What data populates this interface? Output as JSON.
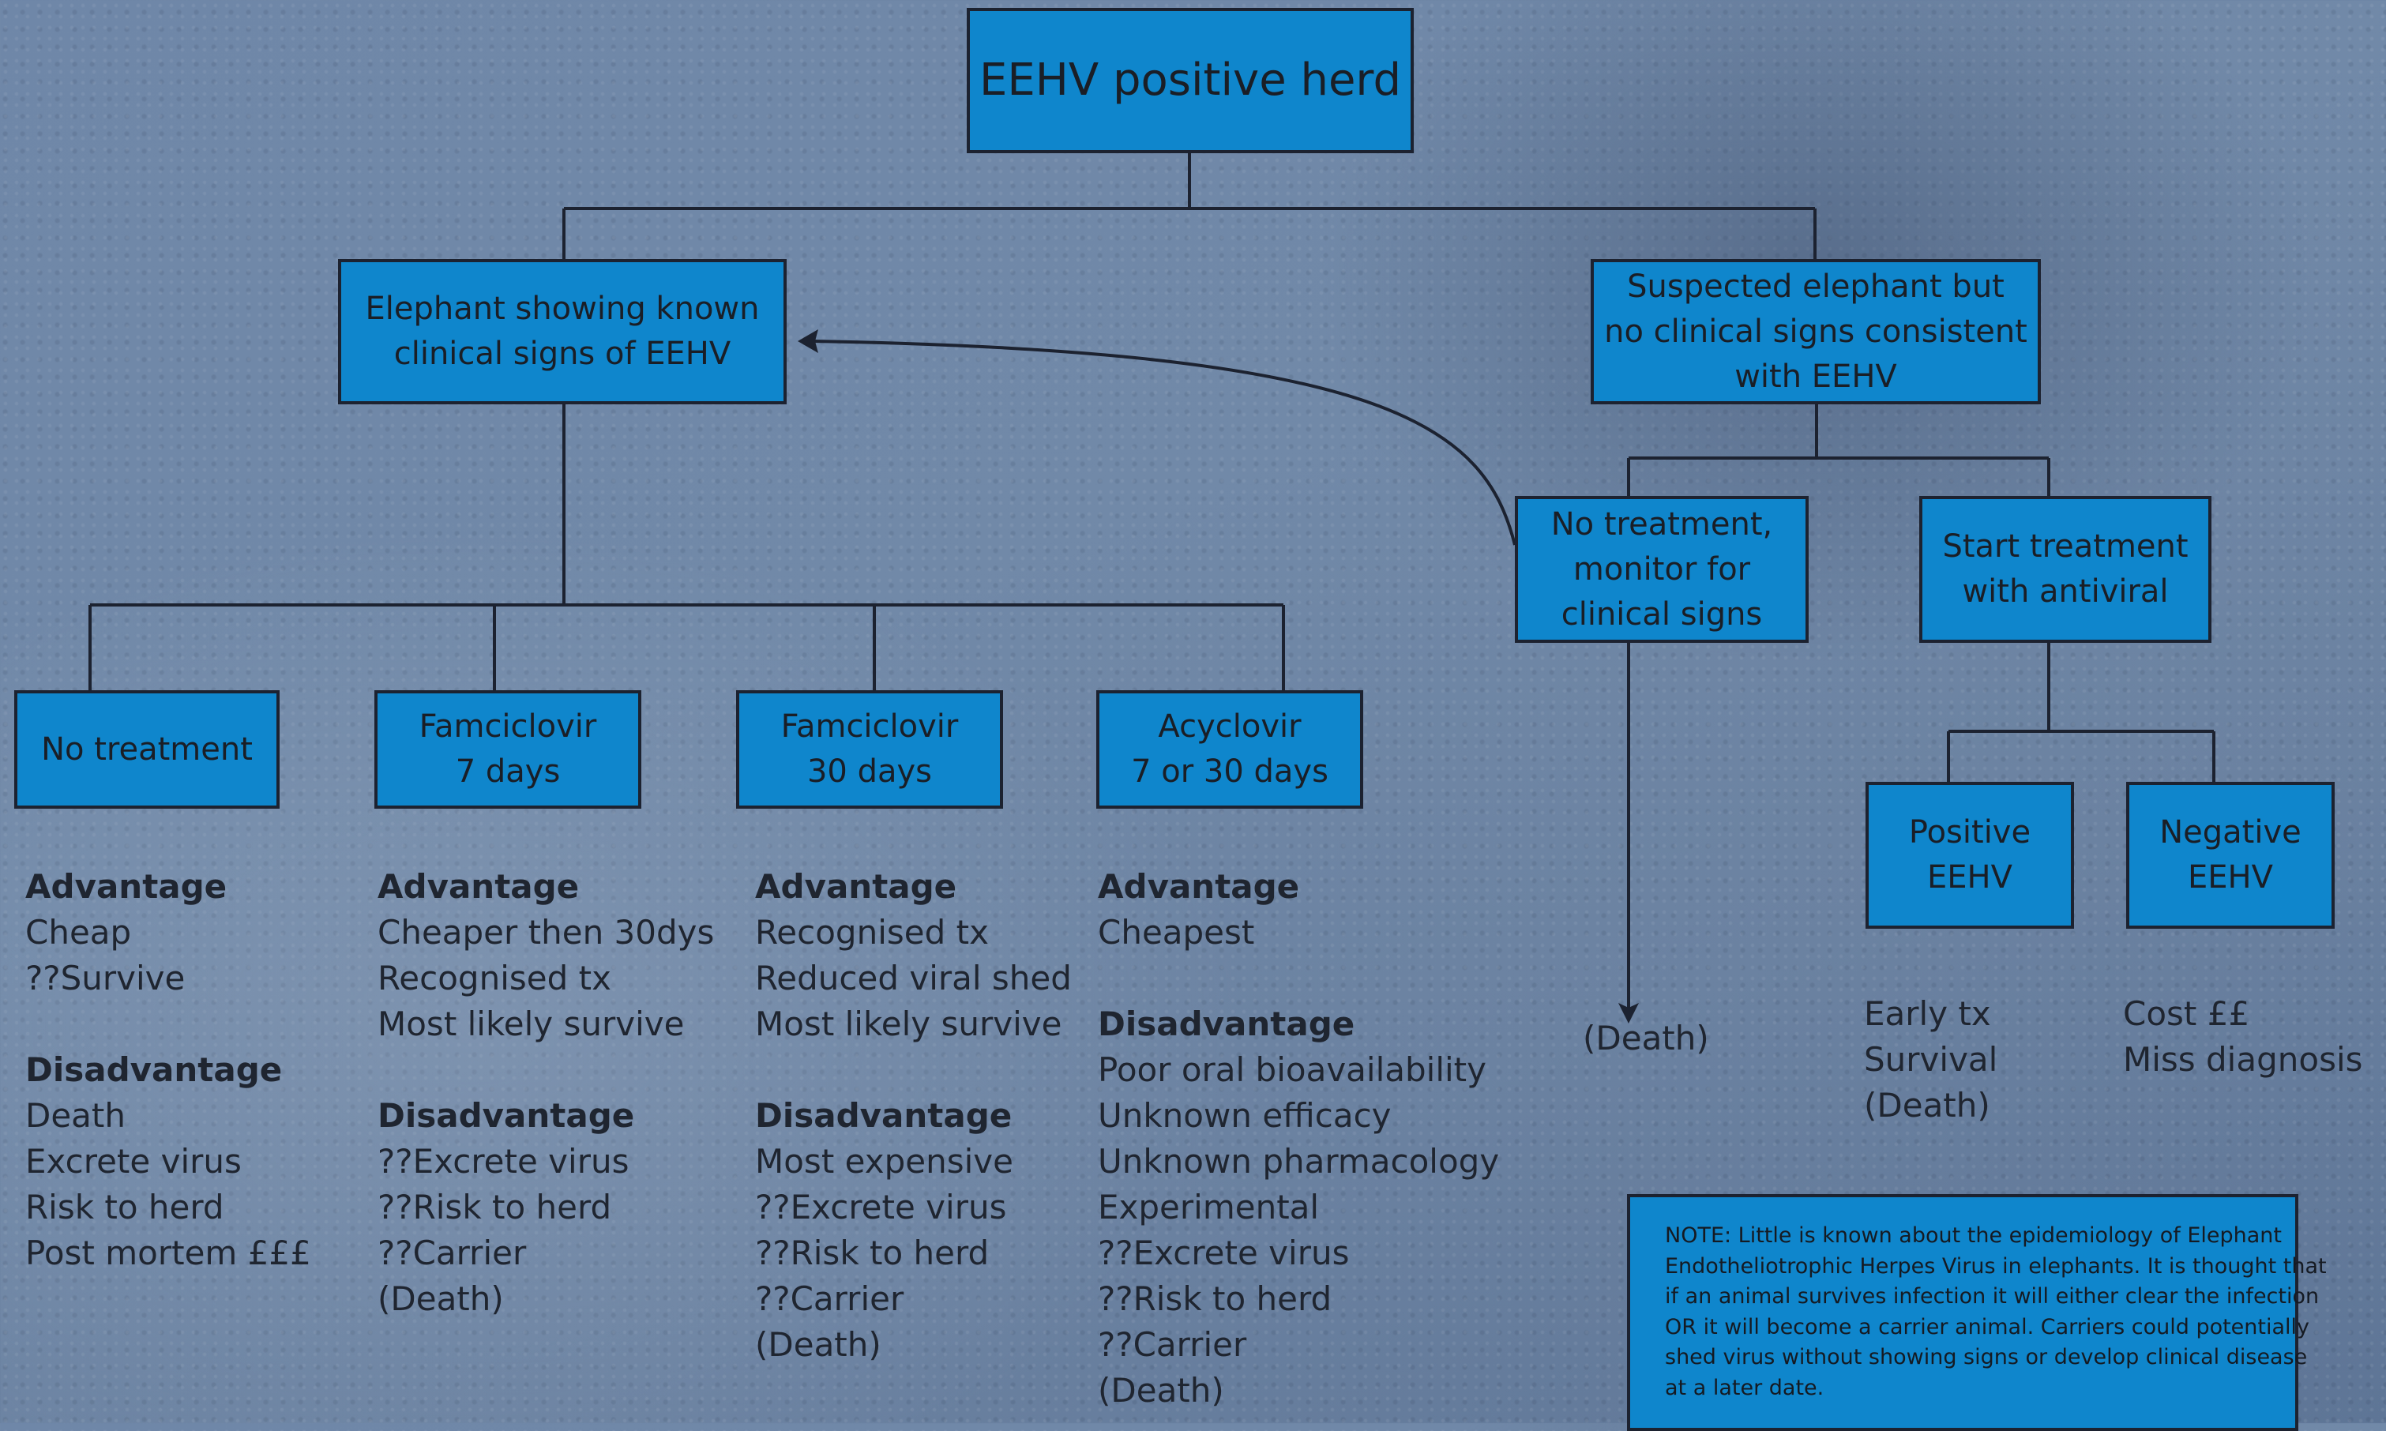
{
  "nodes": {
    "root": "EEHV positive herd",
    "known_signs": "Elephant showing known\nclinical signs of EEHV",
    "suspected": "Suspected elephant but\nno clinical signs consistent\nwith EEHV",
    "no_treatment_monitor": "No treatment,\nmonitor for\nclinical signs",
    "start_antiviral": "Start treatment\nwith antiviral",
    "no_treatment": "No treatment",
    "famciclovir_7": "Famciclovir\n7 days",
    "famciclovir_30": "Famciclovir\n30 days",
    "acyclovir": "Acyclovir\n7 or 30 days",
    "positive_eehv": "Positive\nEEHV",
    "negative_eehv": "Negative\nEEHV"
  },
  "columns": {
    "no_treatment": {
      "advantage_heading": "Advantage",
      "advantages": [
        "Cheap",
        "??Survive"
      ],
      "disadvantage_heading": "Disadvantage",
      "disadvantages": [
        "Death",
        "Excrete virus",
        "Risk to herd",
        "Post mortem £££"
      ]
    },
    "famciclovir_7": {
      "advantage_heading": "Advantage",
      "advantages": [
        "Cheaper then 30dys",
        "Recognised tx",
        "Most likely survive"
      ],
      "disadvantage_heading": "Disadvantage",
      "disadvantages": [
        "??Excrete virus",
        "??Risk to herd",
        "??Carrier",
        "(Death)"
      ]
    },
    "famciclovir_30": {
      "advantage_heading": "Advantage",
      "advantages": [
        "Recognised tx",
        "Reduced viral shed",
        "Most likely survive"
      ],
      "disadvantage_heading": "Disadvantage",
      "disadvantages": [
        "Most expensive",
        "??Excrete virus",
        "??Risk to herd",
        "??Carrier",
        "(Death)"
      ]
    },
    "acyclovir": {
      "advantage_heading": "Advantage",
      "advantages": [
        "Cheapest"
      ],
      "disadvantage_heading": "Disadvantage",
      "disadvantages": [
        "Poor oral bioavailability",
        "Unknown efficacy",
        "Unknown pharmacology",
        "Experimental",
        "??Excrete virus",
        "??Risk to herd",
        "??Carrier",
        "(Death)"
      ]
    }
  },
  "outcomes": {
    "monitor_death": "(Death)",
    "positive": [
      "Early tx",
      "Survival",
      "(Death)"
    ],
    "negative": [
      "Cost ££",
      "Miss diagnosis"
    ]
  },
  "note_lines": [
    "NOTE: Little is known about the epidemiology of Elephant",
    "Endotheliotrophic Herpes Virus in elephants. It is thought that",
    "if an animal survives infection it will either clear the infection",
    "OR it will become a carrier animal. Carriers could potentially",
    "shed virus without showing signs or develop clinical disease",
    " at a later date."
  ],
  "colors": {
    "box_fill": "#0f86cc",
    "line": "#1c2230",
    "background": "#6f86a6"
  }
}
